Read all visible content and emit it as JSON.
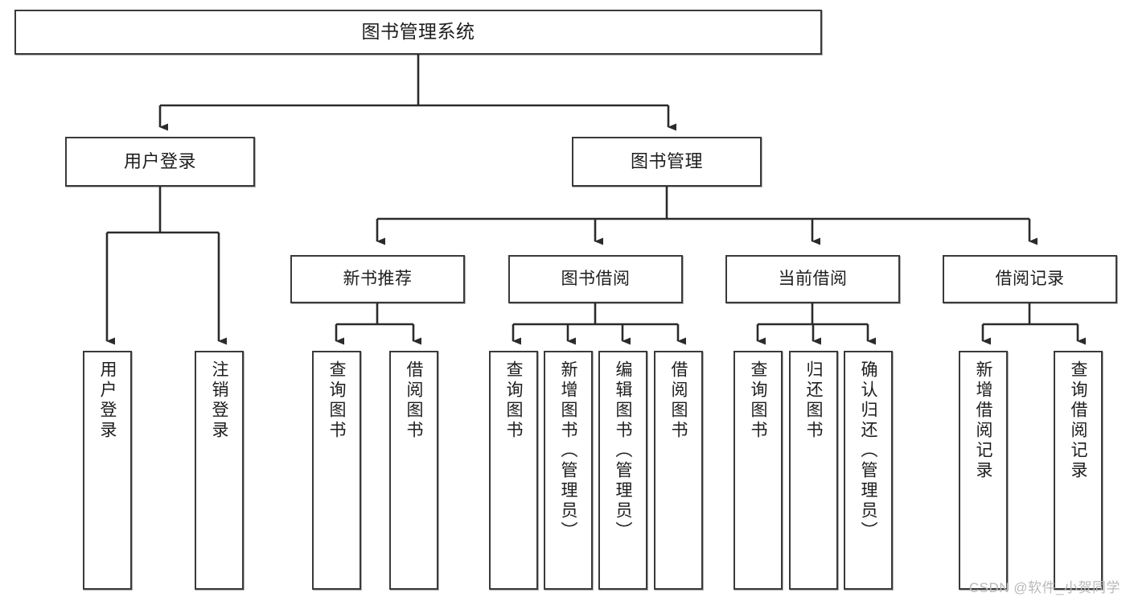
{
  "diagram": {
    "title": "图书管理系统",
    "type": "tree",
    "watermark": "CSDN @软件_小贺同学",
    "colors": {
      "box_border": "#3a3a3a",
      "box_fill": "#ffffff",
      "connector": "#2b2b2b",
      "text": "#1d1d1d",
      "watermark": "#b9b9b9"
    },
    "root": {
      "label": "图书管理系统"
    },
    "level2": [
      {
        "label": "用户登录"
      },
      {
        "label": "图书管理"
      }
    ],
    "level3": [
      {
        "label": "新书推荐"
      },
      {
        "label": "图书借阅"
      },
      {
        "label": "当前借阅"
      },
      {
        "label": "借阅记录"
      }
    ],
    "leaves": {
      "user_login": [
        {
          "label": "用户登录"
        },
        {
          "label": "注销登录"
        }
      ],
      "new_book_recommend": [
        {
          "label": "查询图书"
        },
        {
          "label": "借阅图书"
        }
      ],
      "book_borrow": [
        {
          "label": "查询图书"
        },
        {
          "label": "新增图书（管理员）"
        },
        {
          "label": "编辑图书（管理员）"
        },
        {
          "label": "借阅图书"
        }
      ],
      "current_borrow": [
        {
          "label": "查询图书"
        },
        {
          "label": "归还图书"
        },
        {
          "label": "确认归还（管理员）"
        }
      ],
      "borrow_record": [
        {
          "label": "新增借阅记录"
        },
        {
          "label": "查询借阅记录"
        }
      ]
    }
  }
}
